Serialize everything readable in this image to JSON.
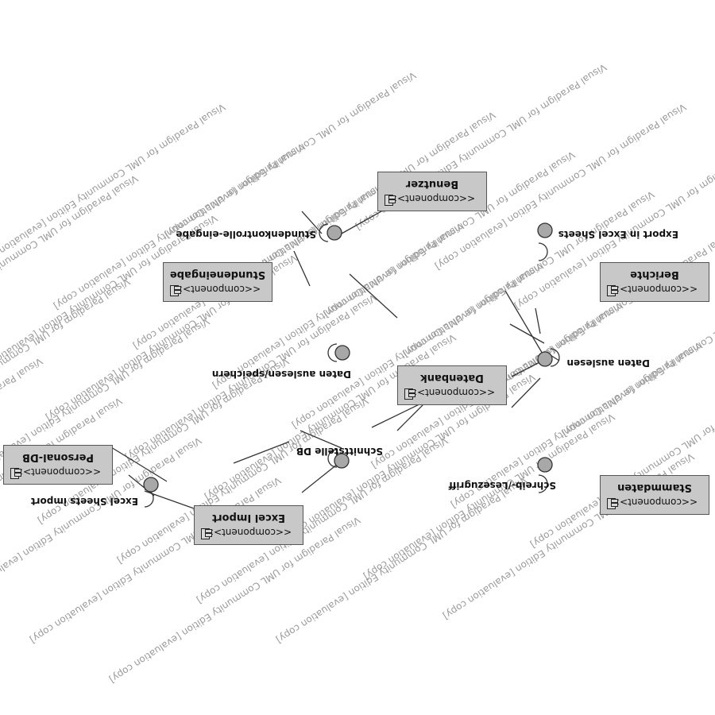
{
  "watermark": "Visual Paradigm for UML Community Edition [evaluation copy]",
  "stereotype": "<<component>>",
  "components": [
    {
      "id": "benutzer",
      "name": "Benutzer"
    },
    {
      "id": "stundeneingabe",
      "name": "Stundeneingabe"
    },
    {
      "id": "berichte",
      "name": "Berichte"
    },
    {
      "id": "datenbank",
      "name": "Datenbank"
    },
    {
      "id": "personal-db",
      "name": "Personal-DB"
    },
    {
      "id": "excel-import",
      "name": "Excel Import"
    },
    {
      "id": "stammdaten",
      "name": "Stammdaten"
    }
  ],
  "interfaces": [
    {
      "id": "stundenkontrolle",
      "label": "Stundenkontrolle-eingabe"
    },
    {
      "id": "export",
      "label": "Export in Excel Sheets"
    },
    {
      "id": "daten-speichern",
      "label": "Daten auslesen/speichern"
    },
    {
      "id": "daten-auslesen",
      "label": "Daten auslesen"
    },
    {
      "id": "schnittstelle",
      "label": "Schnittstelle DB"
    },
    {
      "id": "excel-sheets-import",
      "label": "Excel Sheets import"
    },
    {
      "id": "schreib-lesezugriff",
      "label": "Schreib-/Lesezugriff"
    }
  ],
  "colors": {
    "component_fill": "#c8c8c8",
    "border": "#555555",
    "interface_fill": "#a8a8a8",
    "watermark": "#9a9a9a"
  }
}
